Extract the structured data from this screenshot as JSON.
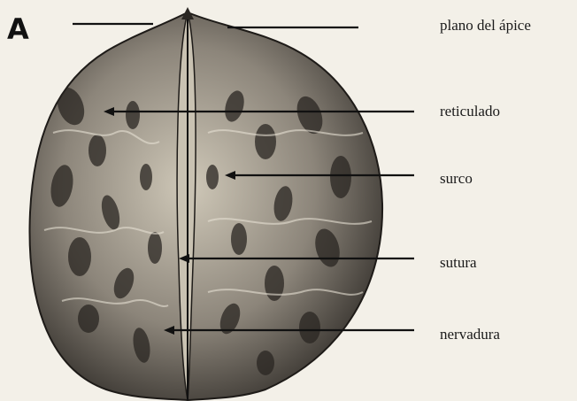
{
  "figure": {
    "panel_letter": "A",
    "labels": {
      "apex_plane": "plano del ápice",
      "reticulation": "reticulado",
      "groove": "surco",
      "suture": "sutura",
      "vein": "nervadura"
    }
  },
  "colors": {
    "background": "#f3f0e8",
    "ink": "#111111",
    "shell_light": "#d9d2c3",
    "shell_dark": "#2a2622"
  }
}
